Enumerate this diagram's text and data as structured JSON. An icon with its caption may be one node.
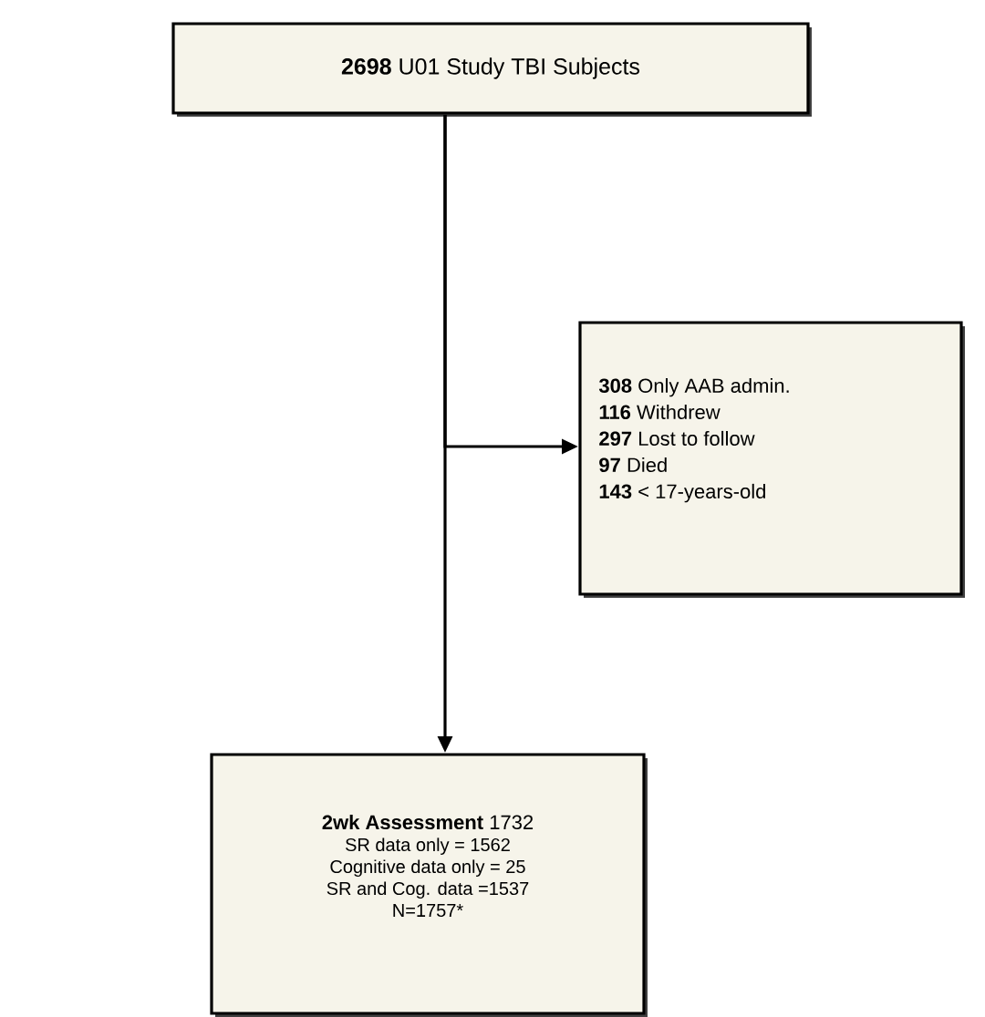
{
  "diagram": {
    "nodes": [
      {
        "text": [
          "**2698** U01 Study TBI Subjects"
        ]
      },
      {
        "text": [
          "**308**  Only AAB admin.",
          "**116**  Withdrew",
          "**297**  Lost to follow",
          "**97**    Died",
          "**143**  < 17-years-old"
        ]
      },
      {
        "text": [
          "**2wk Assessment** 1732",
          "SR data only = 1562",
          "Cognitive data only = 25",
          "SR and Cog. data =1537",
          "N=1757*"
        ]
      }
    ],
    "edges": [
      {
        "from": 0,
        "to": 2,
        "arrow": "to"
      },
      {
        "from": 0,
        "to": 1,
        "arrow": "to"
      }
    ]
  }
}
